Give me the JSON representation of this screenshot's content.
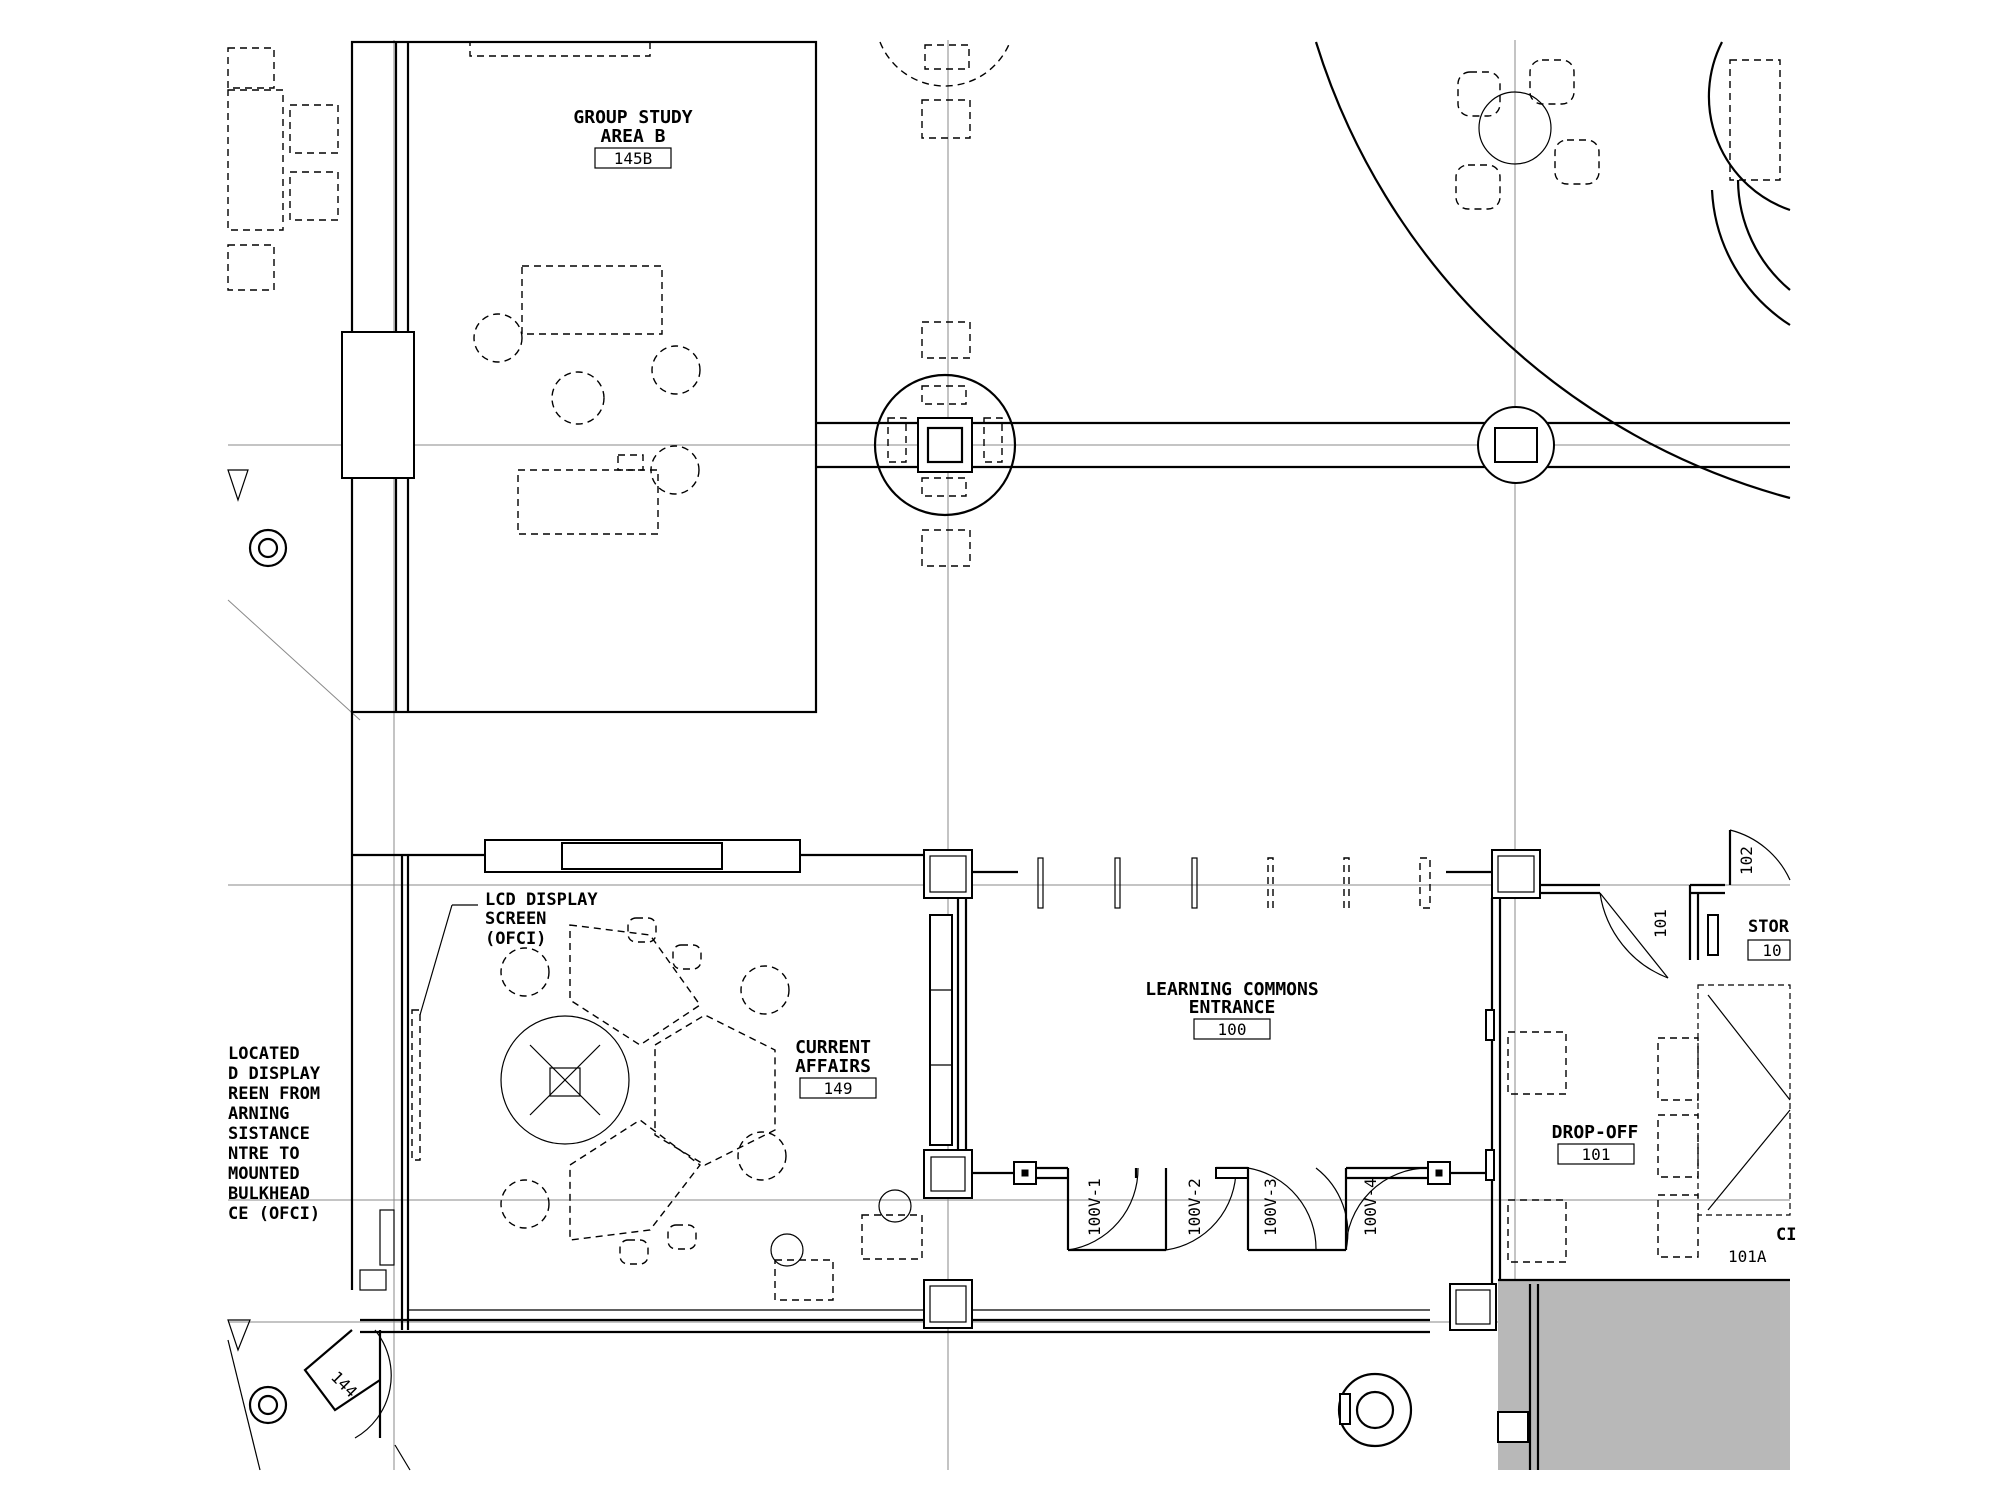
{
  "rooms": {
    "group_study": {
      "name_line1": "GROUP STUDY",
      "name_line2": "AREA B",
      "number": "145B"
    },
    "lcd_note": {
      "line1": "LCD DISPLAY",
      "line2": "SCREEN",
      "line3": "(OFCI)"
    },
    "current_affairs": {
      "name_line1": "CURRENT",
      "name_line2": "AFFAIRS",
      "number": "149"
    },
    "entrance": {
      "name_line1": "LEARNING COMMONS",
      "name_line2": "ENTRANCE",
      "number": "100"
    },
    "drop_off": {
      "name": "DROP-OFF",
      "number": "101"
    },
    "storage": {
      "name": "STOR",
      "number": "10"
    },
    "cl_partial": {
      "name": "CI"
    },
    "relocate_note": {
      "line1": "LOCATED",
      "line2": "D DISPLAY",
      "line3": "REEN FROM",
      "line4": "ARNING",
      "line5": "SISTANCE",
      "line6": "NTRE TO",
      "line7": "MOUNTED",
      "line8": "BULKHEAD",
      "line9": "CE (OFCI)"
    }
  },
  "doors": {
    "d1": "100V-1",
    "d2": "100V-2",
    "d3": "100V-3",
    "d4": "100V-4",
    "d101": "101",
    "d102": "102",
    "d101a": "101A",
    "d144": "144"
  },
  "colors": {
    "line": "#000000",
    "grid": "#8a8a8a",
    "existing_fill": "#b8b8b8",
    "background": "#ffffff"
  },
  "icons": [
    "column-icon",
    "tree-icon",
    "round-table-icon",
    "chair-icon",
    "door-swing-icon"
  ]
}
